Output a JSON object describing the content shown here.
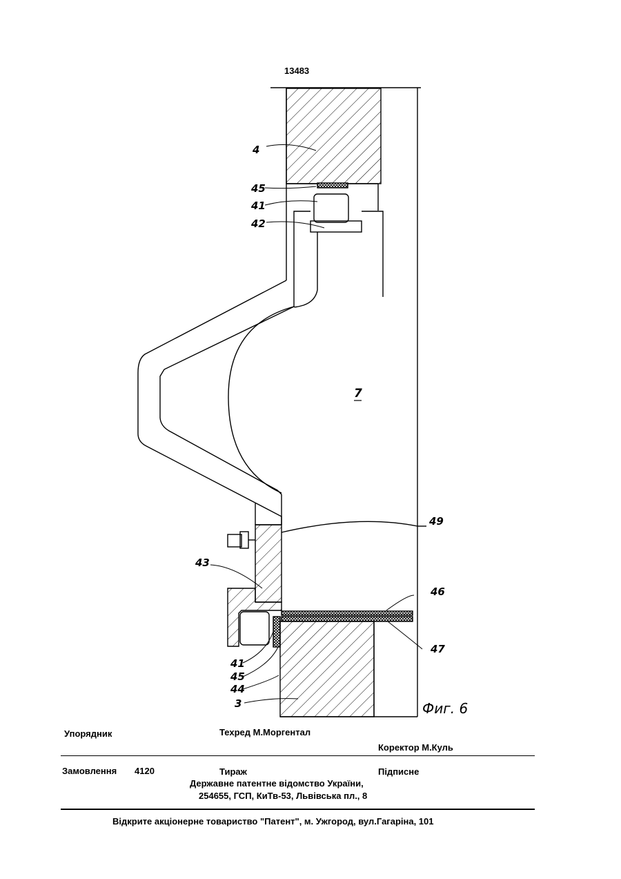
{
  "document": {
    "patent_number": "13483",
    "figure_caption": "Фиг. 6"
  },
  "labels": [
    "4",
    "45",
    "41",
    "42",
    "7",
    "49",
    "43",
    "46",
    "47",
    "41",
    "45",
    "44",
    "3"
  ],
  "footer": {
    "compiler_label": "Упорядник",
    "tech_editor": "Техред М.Моргентал",
    "corrector": "Коректор М.Куль",
    "order_label": "Замовлення",
    "order_number": "4120",
    "circulation_label": "Тираж",
    "signed_label": "Підписне",
    "office_line1": "Державне патентне відомство України,",
    "office_line2": "254655, ГСП, КиТв-53, Львівська пл., 8",
    "publisher_line": "Відкрите акціонерне товариство \"Патент\", м. Ужгород, вул.Гагаріна, 101"
  }
}
